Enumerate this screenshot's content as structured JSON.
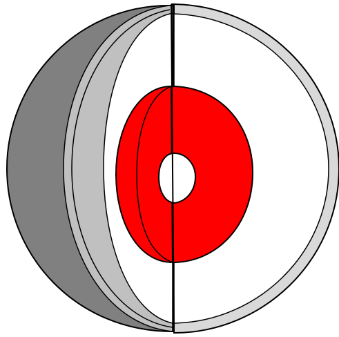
{
  "diagram": {
    "type": "cutaway-sphere",
    "layers": [
      {
        "name": "outer-shell",
        "fill": "#808080"
      },
      {
        "name": "mantle-band",
        "fill": "#c0c0c0"
      },
      {
        "name": "inner-cavity",
        "fill": "#ffffff"
      },
      {
        "name": "ring",
        "fill": "#ff0000"
      },
      {
        "name": "center-hole",
        "fill": "#ffffff"
      },
      {
        "name": "right-outer-rim",
        "fill": "#d9d9d9"
      }
    ],
    "stroke_color": "#000000"
  }
}
